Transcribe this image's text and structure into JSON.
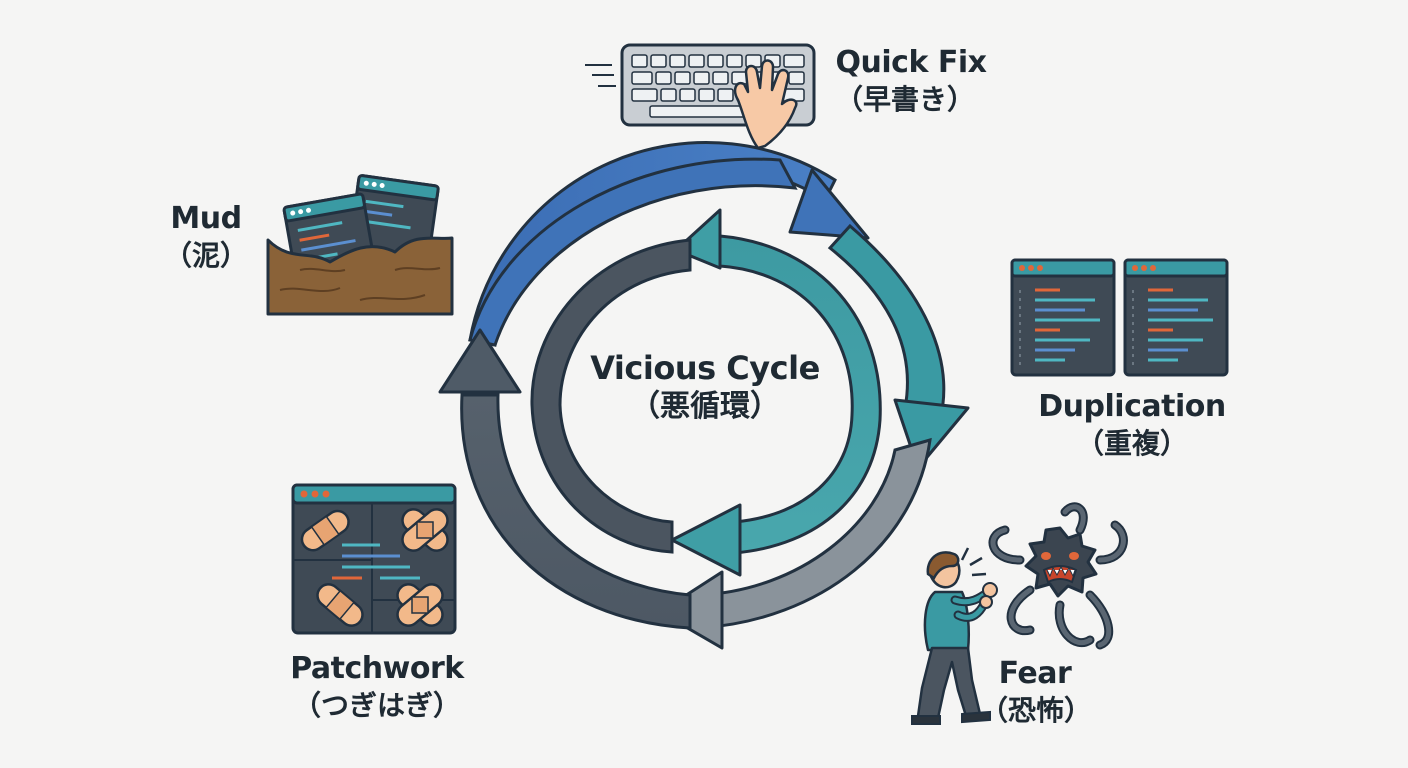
{
  "center": {
    "title": "Vicious Cycle",
    "subtitle": "（悪循環）"
  },
  "stages": {
    "quick_fix": {
      "label": "Quick Fix",
      "sublabel": "（早書き）"
    },
    "duplication": {
      "label": "Duplication",
      "sublabel": "（重複）"
    },
    "fear": {
      "label": "Fear",
      "sublabel": "（恐怖）"
    },
    "patchwork": {
      "label": "Patchwork",
      "sublabel": "（つぎはぎ）"
    },
    "mud": {
      "label": "Mud",
      "sublabel": "（泥）"
    }
  },
  "icons": {
    "quick_fix": "keyboard-typing-icon",
    "duplication": "duplicate-code-windows-icon",
    "fear": "frightened-person-monster-icon",
    "patchwork": "bandaged-code-window-icon",
    "mud": "code-windows-in-mud-icon"
  },
  "colors": {
    "outer_blue": "#3f73b8",
    "outer_teal": "#3a9aa3",
    "outer_gray": "#8a939b",
    "outer_dark": "#4a5662",
    "inner_teal": "#3f9ea5",
    "inner_dark": "#4b5560",
    "outline": "#223140",
    "screen": "#3f4a55",
    "titlebar": "#3a9aa3",
    "code_orange": "#e0673a",
    "code_teal": "#4fb7c2",
    "code_blue": "#5b8fd0",
    "mud": "#8a6238",
    "bandage": "#f2b98a"
  }
}
